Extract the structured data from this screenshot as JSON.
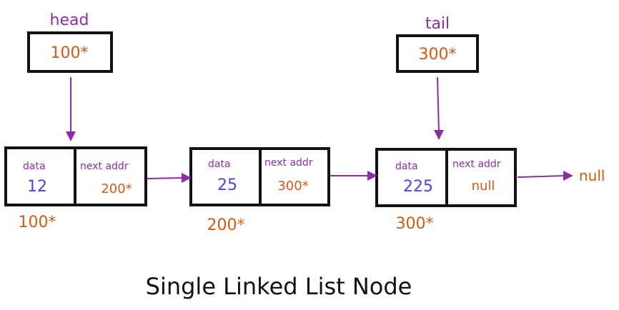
{
  "head": {
    "label": "head",
    "value": "100*"
  },
  "tail": {
    "label": "tail",
    "value": "300*"
  },
  "nodes": [
    {
      "data_label": "data",
      "next_label": "next addr",
      "data_value": "12",
      "next_value": "200*",
      "address": "100*"
    },
    {
      "data_label": "data",
      "next_label": "next addr",
      "data_value": "25",
      "next_value": "300*",
      "address": "200*"
    },
    {
      "data_label": "data",
      "next_label": "next addr",
      "data_value": "225",
      "next_value": "null",
      "address": "300*"
    }
  ],
  "terminal": "null",
  "title": "Single Linked List Node",
  "colors": {
    "pointer_label": "#8a2ea6",
    "address": "#d35a18",
    "data_value": "#5a3fd0",
    "arrow": "#8e2ca6",
    "box_stroke": "#111111"
  }
}
